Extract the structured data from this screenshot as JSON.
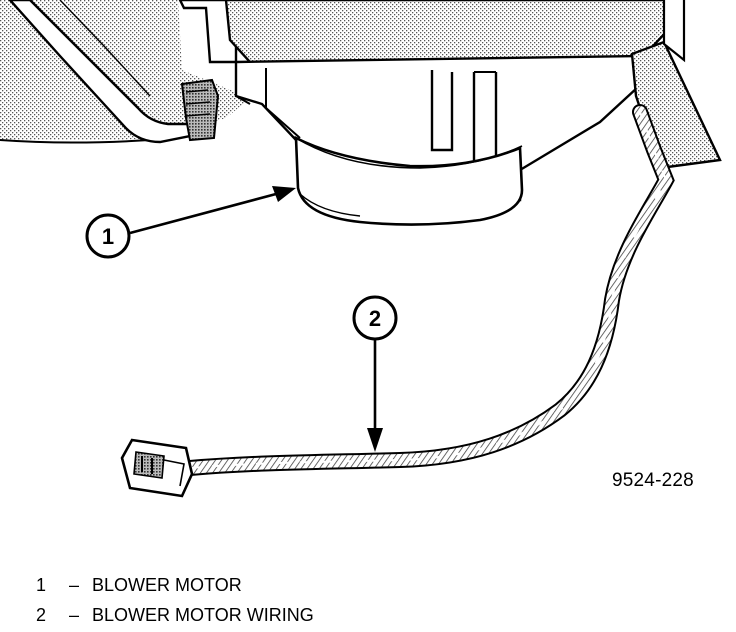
{
  "figure_id": "9524-228",
  "callouts": [
    {
      "number": "1",
      "label": "BLOWER MOTOR"
    },
    {
      "number": "2",
      "label": "BLOWER MOTOR WIRING"
    }
  ],
  "legend_separator": "–",
  "colors": {
    "line": "#000000",
    "shade": "#9a9a9a",
    "background": "#ffffff"
  }
}
